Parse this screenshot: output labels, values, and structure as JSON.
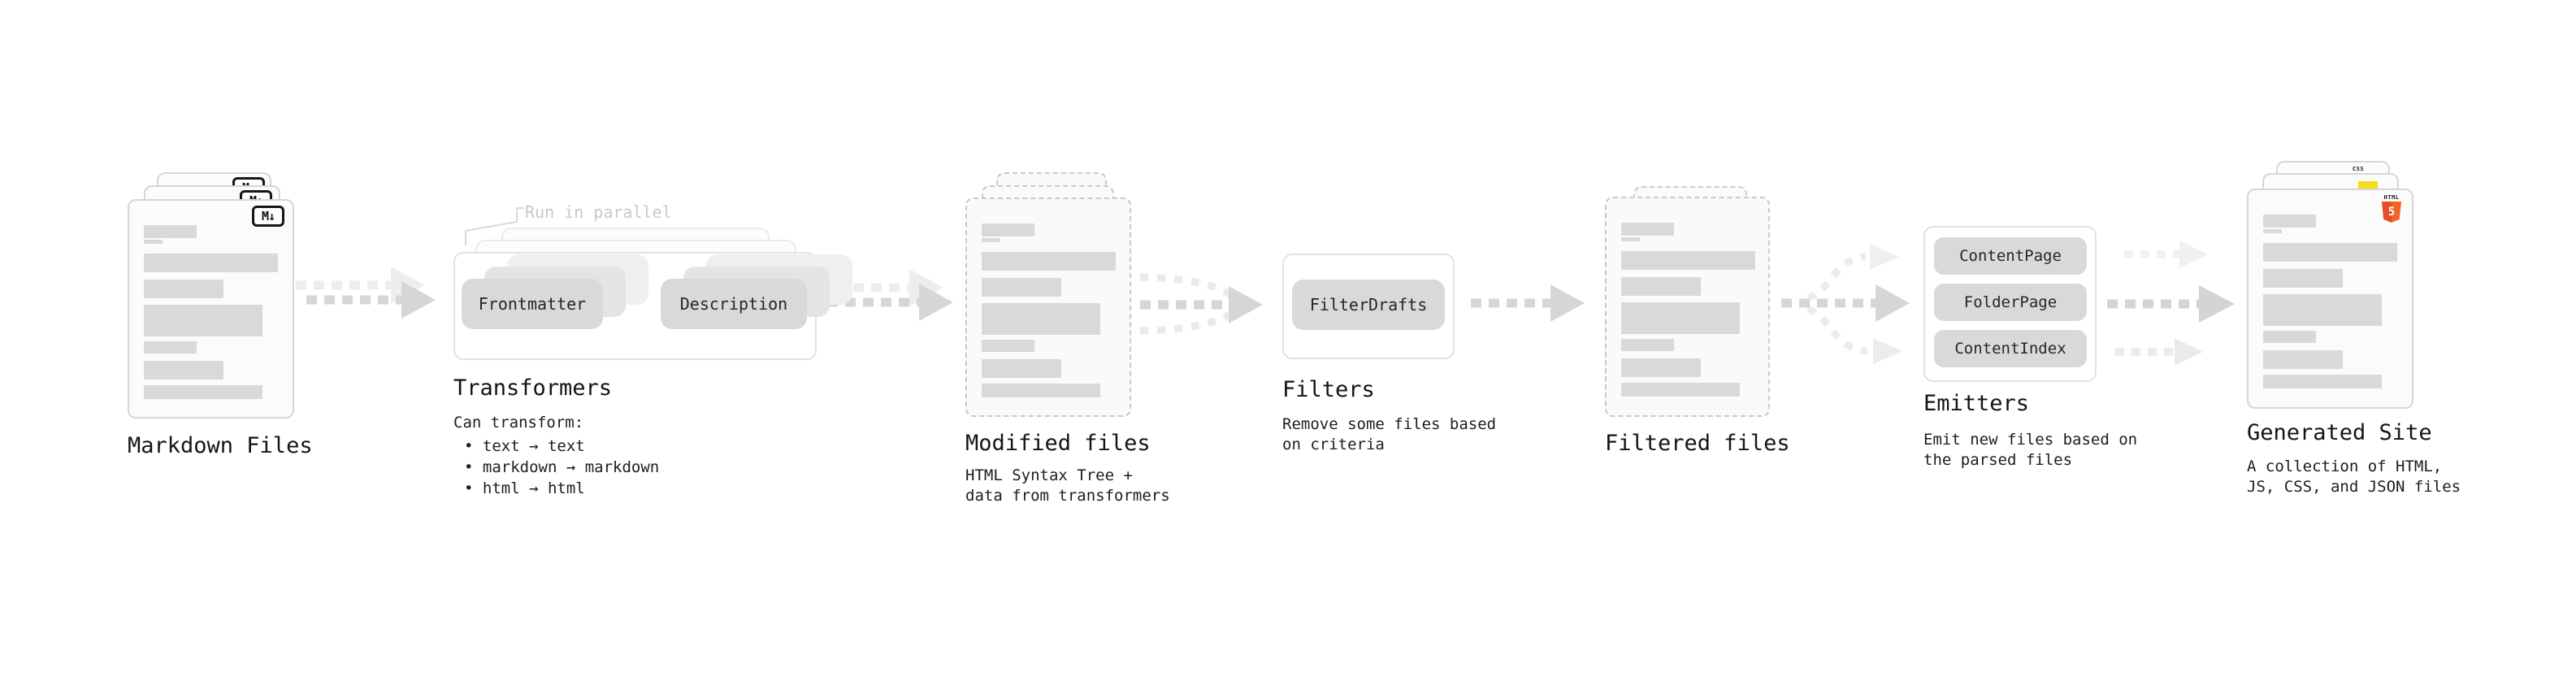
{
  "markdown": {
    "label": "Markdown Files",
    "badge": "M↓"
  },
  "transformers": {
    "title": "Transformers",
    "note": "Run in parallel",
    "pill_left": "Frontmatter",
    "pill_right": "Description",
    "desc_heading": "Can transform:",
    "desc_items": [
      "• text → text",
      "• markdown → markdown",
      "• html → html"
    ]
  },
  "modified": {
    "label": "Modified files",
    "desc": [
      "HTML Syntax Tree +",
      "data from transformers"
    ]
  },
  "filters": {
    "title": "Filters",
    "pill": "FilterDrafts",
    "desc": [
      "Remove some files based",
      "on criteria"
    ]
  },
  "filtered": {
    "label": "Filtered files"
  },
  "emitters": {
    "title": "Emitters",
    "pills": [
      "ContentPage",
      "FolderPage",
      "ContentIndex"
    ],
    "desc": [
      "Emit new files based on",
      "the parsed files"
    ]
  },
  "generated": {
    "label": "Generated Site",
    "desc": [
      "A collection of HTML,",
      "JS, CSS, and JSON files"
    ],
    "badges": {
      "css": "CSS",
      "html": "HTML",
      "five": "5"
    }
  },
  "colors": {
    "html5_orange": "#e44d26",
    "js_yellow": "#f5de19",
    "css_blue": "#2b66e8"
  }
}
